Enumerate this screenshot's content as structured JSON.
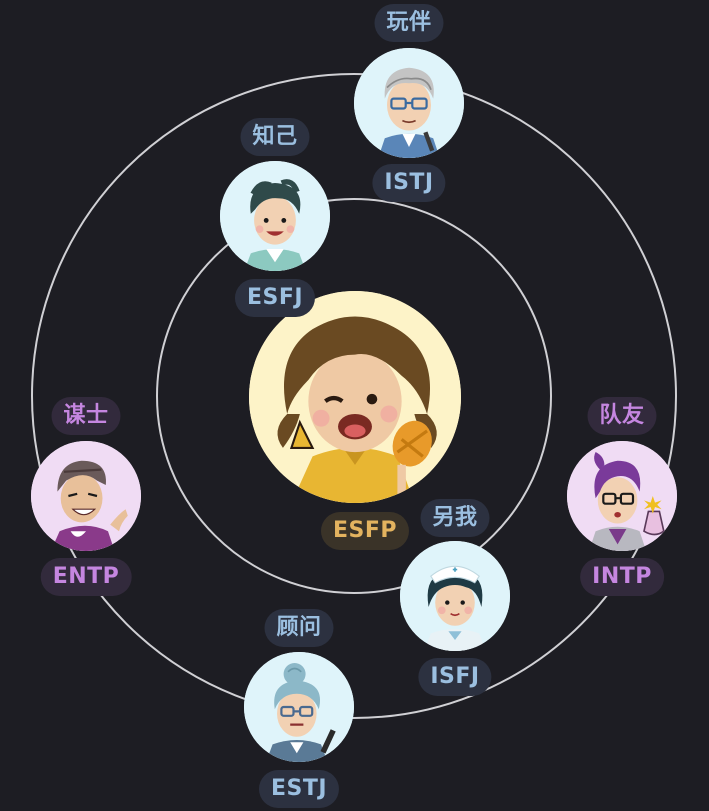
{
  "center": {
    "type": "ESFP"
  },
  "nodes": [
    {
      "key": "n1",
      "role": "玩伴",
      "type": "ISTJ",
      "theme": "blue"
    },
    {
      "key": "n2",
      "role": "知己",
      "type": "ESFJ",
      "theme": "blue"
    },
    {
      "key": "n3",
      "role": "谋士",
      "type": "ENTP",
      "theme": "purple"
    },
    {
      "key": "n4",
      "role": "队友",
      "type": "INTP",
      "theme": "purple"
    },
    {
      "key": "n5",
      "role": "另我",
      "type": "ISFJ",
      "theme": "blue"
    },
    {
      "key": "n6",
      "role": "顾问",
      "type": "ESTJ",
      "theme": "blue"
    }
  ],
  "colors": {
    "background": "#1d1d23",
    "orbit": "#d0d0d4",
    "blue_text": "#9bbfe0",
    "purple_text": "#c586e0",
    "gold_text": "#e3b35f"
  }
}
